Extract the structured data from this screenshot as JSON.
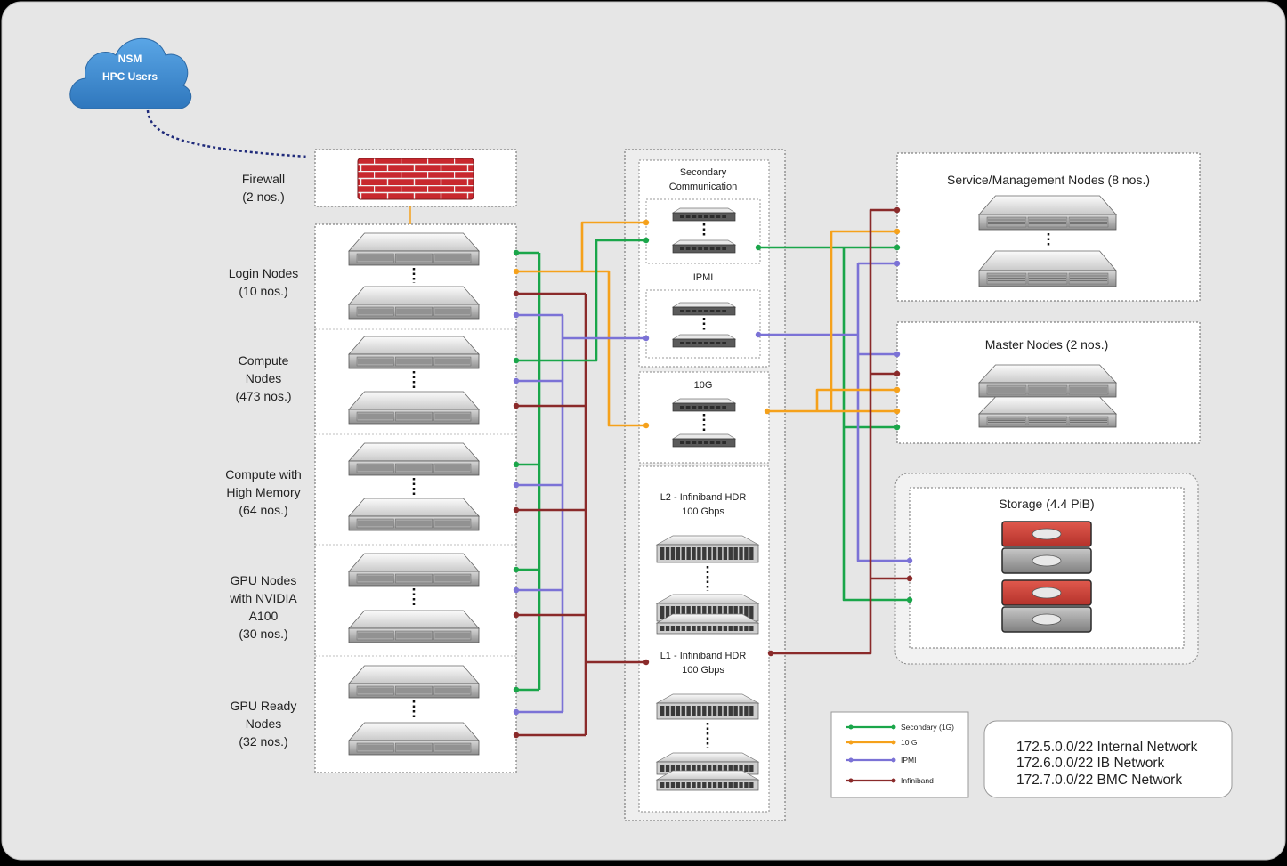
{
  "cloud": {
    "line1": "NSM",
    "line2": "HPC Users"
  },
  "firewall": {
    "line1": "Firewall",
    "line2": "(2 nos.)"
  },
  "node_groups": [
    {
      "id": "login",
      "lines": [
        "Login Nodes",
        "(10 nos.)"
      ]
    },
    {
      "id": "compute",
      "lines": [
        "Compute",
        "Nodes",
        "(473 nos.)"
      ]
    },
    {
      "id": "himem",
      "lines": [
        "Compute with",
        "High Memory",
        "(64 nos.)"
      ]
    },
    {
      "id": "gpu",
      "lines": [
        "GPU Nodes",
        "with NVIDIA",
        "A100",
        "(30 nos.)"
      ]
    },
    {
      "id": "gpuready",
      "lines": [
        "GPU Ready",
        "Nodes",
        "(32 nos.)"
      ]
    }
  ],
  "switches": {
    "secondary": {
      "lines": [
        "Secondary",
        "Communication"
      ]
    },
    "ipmi": {
      "label": "IPMI"
    },
    "tenG": {
      "label": "10G"
    },
    "l2": {
      "lines": [
        "L2 - Infiniband HDR",
        "100 Gbps"
      ]
    },
    "l1": {
      "lines": [
        "L1 - Infiniband HDR",
        "100 Gbps"
      ]
    }
  },
  "right": {
    "service": "Service/Management Nodes (8 nos.)",
    "master": "Master Nodes (2 nos.)",
    "storage": "Storage (4.4 PiB)"
  },
  "legend": [
    {
      "label": "Secondary (1G)",
      "color": "#1aa64a"
    },
    {
      "label": "10 G",
      "color": "#f5a11b"
    },
    {
      "label": "IPMI",
      "color": "#7b72d6"
    },
    {
      "label": "Infiniband",
      "color": "#8a2a2a"
    }
  ],
  "networks": [
    "172.5.0.0/22 Internal Network",
    "172.6.0.0/22 IB Network",
    "172.7.0.0/22 BMC Network"
  ],
  "colors": {
    "secondary": "#1aa64a",
    "tenG": "#f5a11b",
    "ipmi": "#7b72d6",
    "ib": "#8a2a2a",
    "cloud": "#3b8bd0",
    "firewall": "#c8282e"
  }
}
